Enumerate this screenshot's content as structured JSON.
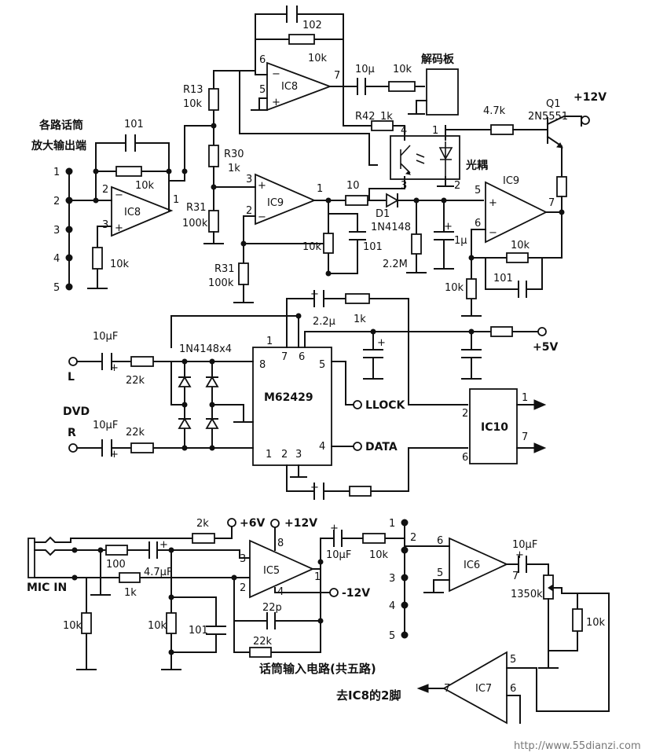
{
  "top_label_caption": "各路话筒",
  "top_label_caption2": "放大输出端",
  "decoder_label": "解码板",
  "optocoupler_label": "光耦",
  "mic_circuit_caption": "话筒输入电路(共五路)",
  "to_ic8_label": "去IC8的2脚",
  "watermark": "http://www.55dianzi.com",
  "ics": {
    "ic8_top": "IC8",
    "ic8_left": "IC8",
    "ic9_mid": "IC9",
    "ic9_right": "IC9",
    "m62429": "M62429",
    "ic10": "IC10",
    "ic5": "IC5",
    "ic6": "IC6",
    "ic7": "IC7"
  },
  "labels": {
    "c102": "102",
    "r10k_top": "10k",
    "c10u": "10μ",
    "r10k_dec": "10k",
    "r13": "R13",
    "r13v": "10k",
    "r42": "R42",
    "r42v": "1k",
    "c101_left": "101",
    "r10k_left": "10k",
    "r30": "R30",
    "r30v": "1k",
    "r31_a": "R31",
    "r31_av": "100k",
    "r31_b": "R31",
    "r31_bv": "100k",
    "r10_ic9": "10",
    "d1": "D1",
    "d1v": "1N4148",
    "r10k_ic9": "10k",
    "c101_ic9": "101",
    "r22m": "2.2M",
    "c1u": "1μ",
    "r47k": "4.7k",
    "q1": "Q1",
    "q1v": "2N5551",
    "v12": "+12V",
    "r10k_fb": "10k",
    "c101_fb": "101",
    "r10k_gnd": "10k",
    "c22u": "2.2μ",
    "r1k_top": "1k",
    "v5": "+5V",
    "c10uf_l": "10μF",
    "r22k_l": "22k",
    "l": "L",
    "dvd": "DVD",
    "c10uf_r": "10μF",
    "r22k_r": "22k",
    "r": "R",
    "diodes": "1N4148x4",
    "llock": "LLOCK",
    "data": "DATA",
    "r2k": "2k",
    "v6": "+6V",
    "v12b": "+12V",
    "r100": "100",
    "c47u": "4.7μF",
    "r1k_mic": "1k",
    "mic_in": "MIC IN",
    "r10k_mic": "10k",
    "r10k_mic2": "10k",
    "c101_mic": "101",
    "c22p": "22p",
    "r22k_mic": "22k",
    "vm12": "-12V",
    "c10uf_ic5": "10μF",
    "r10k_ic5": "10k",
    "c10uf_ic6": "10μF",
    "pot": "1350k",
    "r10k_pot": "10k"
  },
  "pins": {
    "p1": "1",
    "p2": "2",
    "p3": "3",
    "p4": "4",
    "p5": "5",
    "p6": "6",
    "p7": "7",
    "p8": "8"
  },
  "connector_left": [
    "1",
    "2",
    "3",
    "4",
    "5"
  ],
  "connector_mid": [
    "1",
    "2",
    "3",
    "4",
    "5"
  ]
}
